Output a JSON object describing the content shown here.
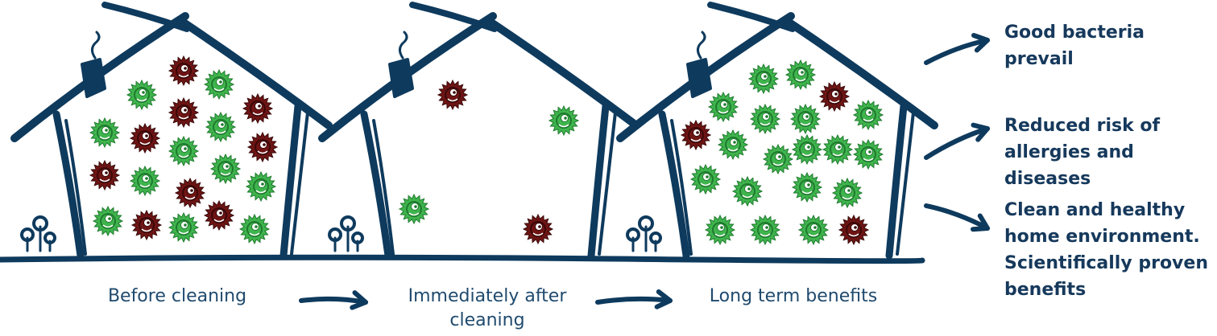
{
  "colors": {
    "outline": "#0e3a5d",
    "good_bacteria": "#3fb44d",
    "good_bacteria_dark": "#1f7a2e",
    "bad_bacteria": "#6e1414",
    "bad_bacteria_dark": "#3a0808"
  },
  "stages": [
    {
      "caption": "Before cleaning"
    },
    {
      "caption": "Immediately after cleaning"
    },
    {
      "caption": "Long term benefits"
    }
  ],
  "benefits": [
    {
      "text": "Good bacteria prevail"
    },
    {
      "text": "Reduced risk of allergies and diseases"
    },
    {
      "text": "Clean and healthy home environment. Scientifically proven benefits"
    }
  ],
  "icons": {
    "good": "good-bacteria-icon",
    "bad": "bad-bacteria-icon",
    "arrow": "arrow-icon",
    "house": "house-icon",
    "plant": "plant-icon"
  }
}
